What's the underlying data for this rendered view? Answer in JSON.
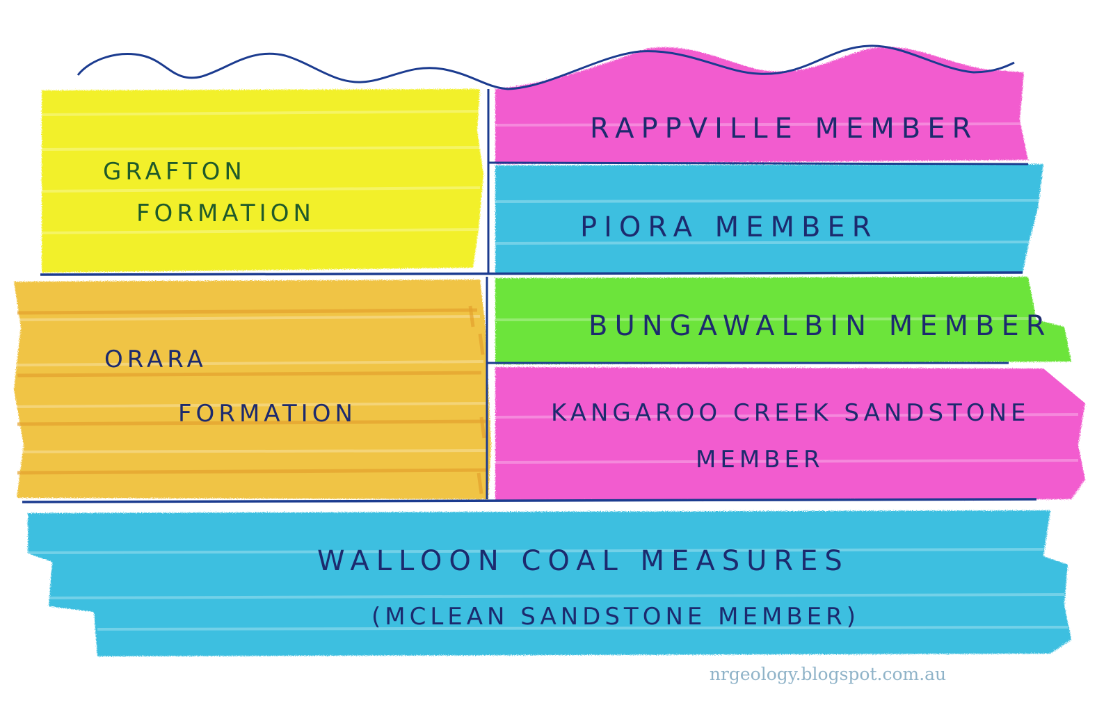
{
  "units": {
    "grafton": {
      "line1": "GRAFTON",
      "line2": "FORMATION",
      "color": "#f2f02a"
    },
    "rappville": {
      "label": "RAPPVILLE MEMBER",
      "color": "#f25ccf"
    },
    "piora": {
      "label": "PIORA MEMBER",
      "color": "#3cbfe0"
    },
    "orara": {
      "line1": "ORARA",
      "line2": "FORMATION",
      "color": "#f0c445"
    },
    "bungawalbin": {
      "label": "BUNGAWALBIN MEMBER",
      "color": "#6ce43a"
    },
    "kangaroo_creek": {
      "line1": "KANGAROO CREEK SANDSTONE",
      "line2": "MEMBER",
      "color": "#f25ccf"
    },
    "walloon": {
      "line1": "WALLOON COAL MEASURES",
      "line2": "(MCLEAN SANDSTONE MEMBER)",
      "color": "#3cbfe0"
    }
  },
  "line_color": "#1b3b8f",
  "watermark": "nrgeology.blogspot.com.au"
}
